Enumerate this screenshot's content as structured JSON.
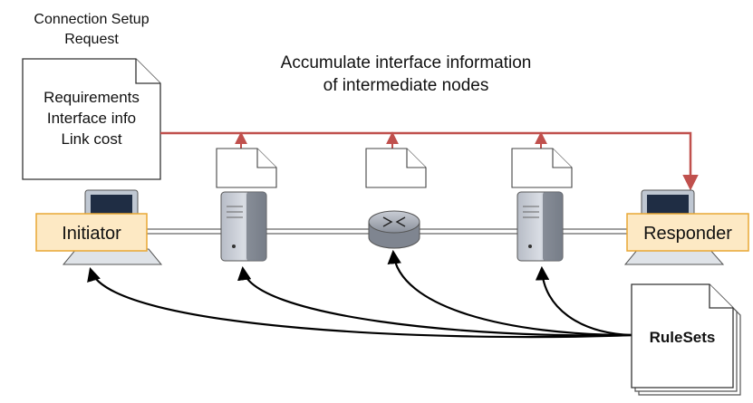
{
  "request_caption": [
    "Connection Setup",
    "Request"
  ],
  "request_doc_lines": [
    "Requirements",
    "Interface info",
    "Link cost"
  ],
  "accumulate_caption": [
    "Accumulate interface information",
    "of intermediate nodes"
  ],
  "initiator_label": "Initiator",
  "responder_label": "Responder",
  "rulesets_label": "RuleSets",
  "colors": {
    "accumulate_line": "#c0504d",
    "endpoint_box_fill": "#fde9c4",
    "endpoint_box_border": "#e8a735",
    "arrow": "#000000"
  },
  "icons": {
    "initiator": "laptop-icon",
    "responder": "laptop-icon",
    "node_1": "server-icon",
    "node_2": "router-icon",
    "node_3": "server-icon",
    "rulesets": "document-stack-icon"
  }
}
